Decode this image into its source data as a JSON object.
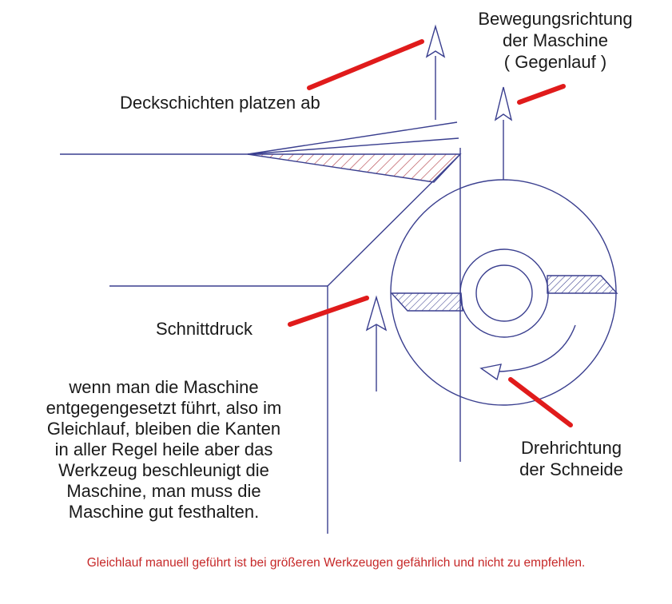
{
  "labels": {
    "movement_direction": [
      "Bewegungsrichtung",
      "der Maschine",
      "( Gegenlauf )"
    ],
    "layers_chip": "Deckschichten platzen ab",
    "cutting_pressure": "Schnittdruck",
    "rotation": [
      "Drehrichtung",
      "der Schneide"
    ]
  },
  "note": [
    "wenn man die Maschine",
    "entgegengesetzt führt, also im",
    "Gleichlauf, bleiben die Kanten",
    "in aller Regel heile aber das",
    "Werkzeug beschleunigt die",
    "Maschine, man muss die",
    "Maschine gut festhalten."
  ],
  "footer": "Gleichlauf manuell geführt ist bei größeren Werkzeugen gefährlich und nicht zu empfehlen.",
  "colors": {
    "line": "#3a3f8f",
    "pointer": "#e01b1b",
    "hatch_chip": "#b5474f",
    "hatch_cutter": "#3a3f8f",
    "footer_text": "#c62828"
  }
}
